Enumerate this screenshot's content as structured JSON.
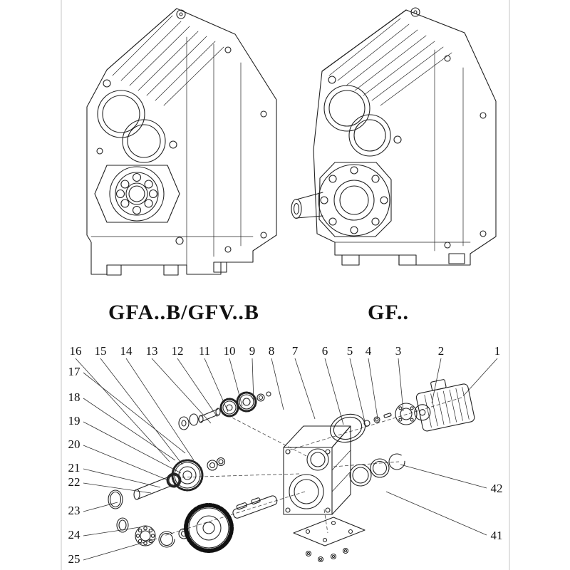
{
  "titles": {
    "left": "GFA..B/GFV..B",
    "right": "GF.."
  },
  "callouts": {
    "top_row": [
      "16",
      "15",
      "14",
      "13",
      "12",
      "11",
      "10",
      "9",
      "8",
      "7",
      "6",
      "5",
      "4",
      "3",
      "2",
      "1"
    ],
    "left_column": [
      "17",
      "18",
      "19",
      "20",
      "21",
      "22",
      "23",
      "24",
      "25"
    ],
    "right_column": [
      "42",
      "41"
    ]
  },
  "colors": {
    "line": "#222222",
    "background": "#ffffff"
  },
  "icons": {
    "drawing_left": "isometric-gearbox-drawing",
    "drawing_right": "isometric-gearbox-shaft-drawing",
    "exploded": "exploded-parts-diagram"
  }
}
